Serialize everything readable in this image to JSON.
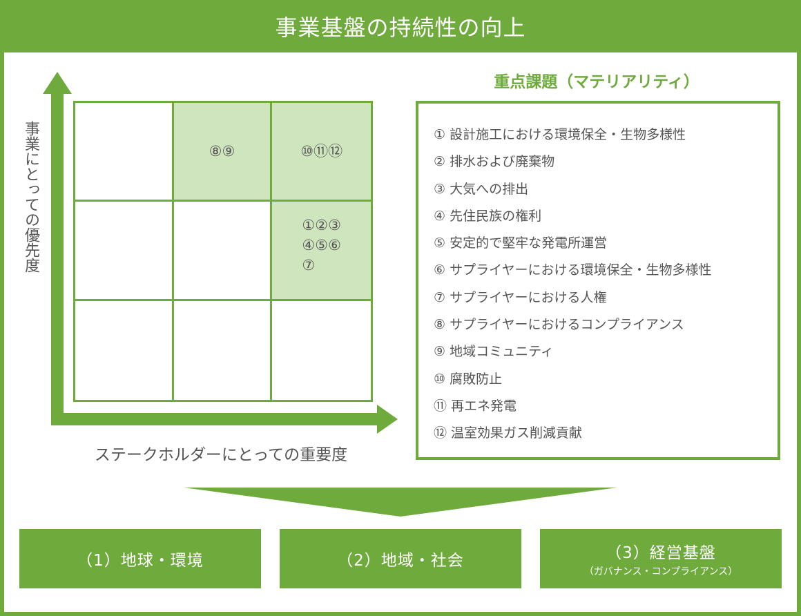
{
  "title": "事業基盤の持続性の向上",
  "y_axis_label": "事業にとっての優先度",
  "x_axis_label": "ステークホルダーにとっての重要度",
  "matrix": {
    "rows": [
      [
        {
          "text": "",
          "highlight": false
        },
        {
          "text": "⑧⑨",
          "highlight": true
        },
        {
          "text": "⑩⑪⑫",
          "highlight": true
        }
      ],
      [
        {
          "text": "",
          "highlight": false
        },
        {
          "text": "",
          "highlight": false
        },
        {
          "text": "①②③\n④⑤⑥\n⑦",
          "highlight": true
        }
      ],
      [
        {
          "text": "",
          "highlight": false
        },
        {
          "text": "",
          "highlight": false
        },
        {
          "text": "",
          "highlight": false
        }
      ]
    ]
  },
  "materiality": {
    "title": "重点課題（マテリアリティ）",
    "items": [
      "① 設計施工における環境保全・生物多様性",
      "② 排水および廃棄物",
      "③ 大気への排出",
      "④ 先住民族の権利",
      "⑤ 安定的で堅牢な発電所運営",
      "⑥ サプライヤーにおける環境保全・生物多様性",
      "⑦ サプライヤーにおける人権",
      "⑧ サプライヤーにおけるコンプライアンス",
      "⑨ 地域コミュニティ",
      "⑩ 腐敗防止",
      "⑪ 再エネ発電",
      "⑫ 温室効果ガス削減貢献"
    ]
  },
  "bottom": [
    {
      "label": "（1）地球・環境",
      "sub": ""
    },
    {
      "label": "（2）地域・社会",
      "sub": ""
    },
    {
      "label": "（3）経営基盤",
      "sub": "（ガバナンス・コンプライアンス）"
    }
  ],
  "colors": {
    "accent": "#6eaa3c",
    "highlight": "#cfe5bd",
    "text": "#555555"
  }
}
